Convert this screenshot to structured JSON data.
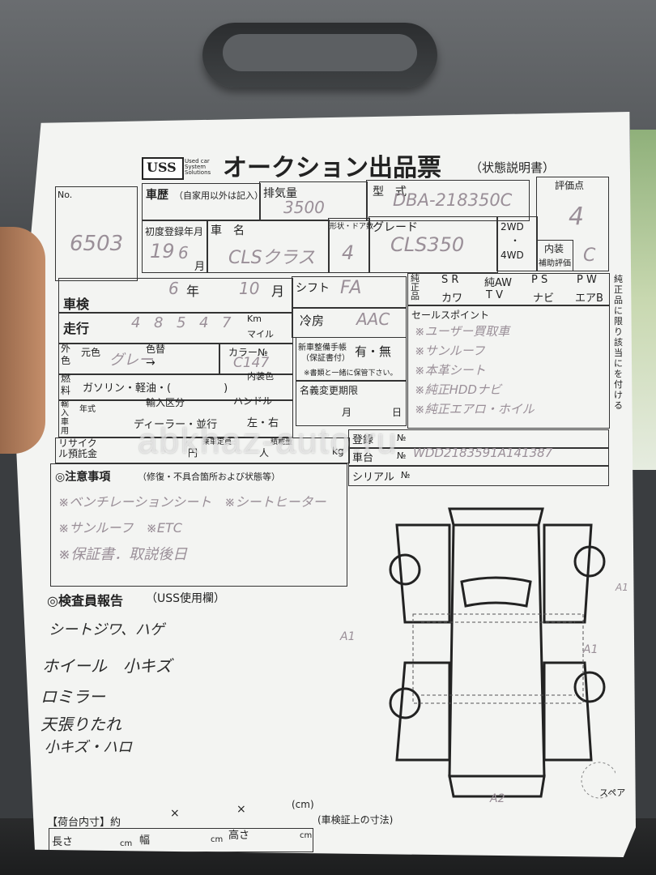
{
  "form": {
    "logo": "USS",
    "logo_sub": "Used car System Solutions",
    "title": "オークション出品票",
    "subtitle": "（状態説明書）"
  },
  "header": {
    "no_label": "No.",
    "no_value": "6503",
    "history_label": "車歴",
    "history_note": "（自家用以外は記入）",
    "displacement_label": "排気量",
    "displacement_value": "3500",
    "model_label": "型　式",
    "model_value": "DBA-218350C",
    "rating_label": "評価点",
    "rating_value": "4",
    "first_reg_label": "初度登録年月",
    "first_reg_year": "19",
    "first_reg_month": "6",
    "month_unit": "月",
    "car_name_label": "車　名",
    "car_name_value": "CLSクラス",
    "body_label": "形状・ドア数",
    "body_value": "4",
    "grade_label": "グレード",
    "grade_value": "CLS350",
    "drive_2wd": "2WD",
    "drive_dot": "・",
    "drive_4wd": "4WD",
    "interior_label": "内装",
    "interior_sub": "補助評価",
    "interior_value": "C"
  },
  "inspection": {
    "shaken_label": "車検",
    "year_unit": "年",
    "shaken_year": "6",
    "shaken_month": "10",
    "month_unit": "月",
    "mileage_label": "走行",
    "mileage_digits": [
      "4",
      "8",
      "5",
      "4",
      "7"
    ],
    "km": "Km",
    "mile": "マイル",
    "shift_label": "シフト",
    "shift_value": "FA",
    "ac_label": "冷房",
    "ac_value": "AAC",
    "color_label": "外色",
    "orig_color": "元色",
    "repaint": "色替",
    "color_value": "グレー",
    "arrow": "→",
    "color_no_label": "カラー№",
    "color_no_value": "C147",
    "fuel_label": "燃料",
    "fuel_value": "ガソリン・軽油・(　　　　　)",
    "interior_color_label": "内装色",
    "service_book_label": "新車整備手帳",
    "service_book_sub": "（保証書付）",
    "service_book_value": "有・無",
    "service_book_note": "※書類と一緒に保管下さい。",
    "import_label": "輸入車用",
    "import_year": "年式",
    "import_type_label": "輸入区分",
    "import_type_value": "ディーラー・並行",
    "handle_label": "ハンドル",
    "handle_value": "左・右",
    "name_change_label": "名義変更期限",
    "name_change_month": "月",
    "name_change_day": "日",
    "recycle_label": "リサイクル預託金",
    "yen": "円",
    "capacity_label": "乗車定員",
    "capacity_unit": "人",
    "load_label": "積載量",
    "load_unit": "kg",
    "reg_label": "登録",
    "reg_no": "№",
    "chassis_label": "車台",
    "chassis_no": "№",
    "chassis_value": "WDD2183591A141387",
    "serial_label": "シリアル",
    "serial_no": "№"
  },
  "options": {
    "row1": [
      "純正品",
      "S R",
      "純AW",
      "P S",
      "P W"
    ],
    "row2": [
      "カワ",
      "T V",
      "ナビ",
      "エアB"
    ],
    "side_note": "純正品に限り該当にを付ける",
    "sales_label": "セールスポイント",
    "sales_items": [
      "※ユーザー買取車",
      "※サンルーフ",
      "※本革シート",
      "※純正HDDナビ",
      "※純正エアロ・ホイル"
    ]
  },
  "notes": {
    "label": "◎注意事項",
    "sub": "（修復・不具合箇所および状態等）",
    "lines": [
      "※ベンチレーションシート　※シートヒーター",
      "※サンルーフ　※ETC",
      "※保証書．取説後日"
    ]
  },
  "inspector": {
    "label": "◎検査員報告",
    "sub": "（USS使用欄）",
    "lines": [
      "シートジワ、ハゲ",
      "ホイール　小キズ",
      "ロミラー",
      "天張りたれ",
      "小キズ・ハロ"
    ]
  },
  "diagram": {
    "marks": [
      "A1",
      "A1",
      "A1",
      "A2"
    ],
    "spare": "スペア"
  },
  "cargo": {
    "label": "【荷台内寸】約",
    "times": "×",
    "cm": "(cm)",
    "length": "長さ",
    "width": "幅",
    "height": "高さ",
    "unit": "cm",
    "note": "(車検証上の寸法)"
  },
  "watermark": "abkhaz-auto.ru"
}
